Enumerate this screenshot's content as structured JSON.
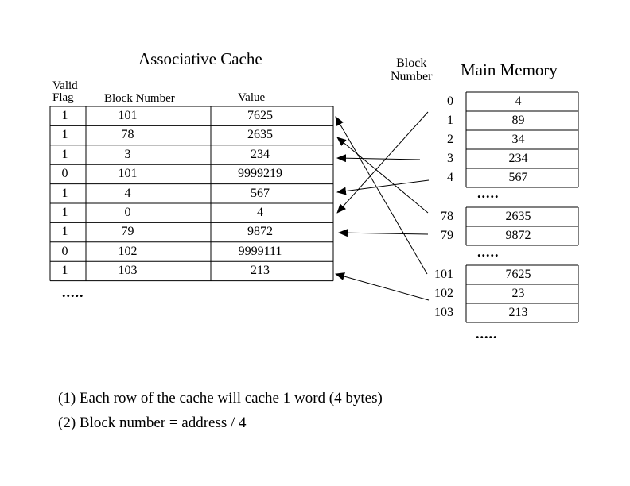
{
  "cache": {
    "title": "Associative Cache",
    "valid_header_line1": "Valid",
    "valid_header_line2": "Flag",
    "block_header": "Block Number",
    "value_header": "Value",
    "rows": [
      {
        "valid": "1",
        "block": "101",
        "value": "7625"
      },
      {
        "valid": "1",
        "block": "78",
        "value": "2635"
      },
      {
        "valid": "1",
        "block": "3",
        "value": "234"
      },
      {
        "valid": "0",
        "block": "101",
        "value": "9999219"
      },
      {
        "valid": "1",
        "block": "4",
        "value": "567"
      },
      {
        "valid": "1",
        "block": "0",
        "value": "4"
      },
      {
        "valid": "1",
        "block": "79",
        "value": "9872"
      },
      {
        "valid": "0",
        "block": "102",
        "value": "9999111"
      },
      {
        "valid": "1",
        "block": "103",
        "value": "213"
      }
    ],
    "ellipsis": "....."
  },
  "memory": {
    "title": "Main Memory",
    "block_header_line1": "Block",
    "block_header_line2": "Number",
    "groups": [
      {
        "rows": [
          {
            "block": "0",
            "value": "4"
          },
          {
            "block": "1",
            "value": "89"
          },
          {
            "block": "2",
            "value": "34"
          },
          {
            "block": "3",
            "value": "234"
          },
          {
            "block": "4",
            "value": "567"
          }
        ],
        "ellipsis": "....."
      },
      {
        "rows": [
          {
            "block": "78",
            "value": "2635"
          },
          {
            "block": "79",
            "value": "9872"
          }
        ],
        "ellipsis": "....."
      },
      {
        "rows": [
          {
            "block": "101",
            "value": "7625"
          },
          {
            "block": "102",
            "value": "23"
          },
          {
            "block": "103",
            "value": "213"
          }
        ],
        "ellipsis": "....."
      }
    ]
  },
  "notes": [
    "(1) Each row of the cache will cache 1 word (4 bytes)",
    "(2) Block number = address / 4"
  ]
}
